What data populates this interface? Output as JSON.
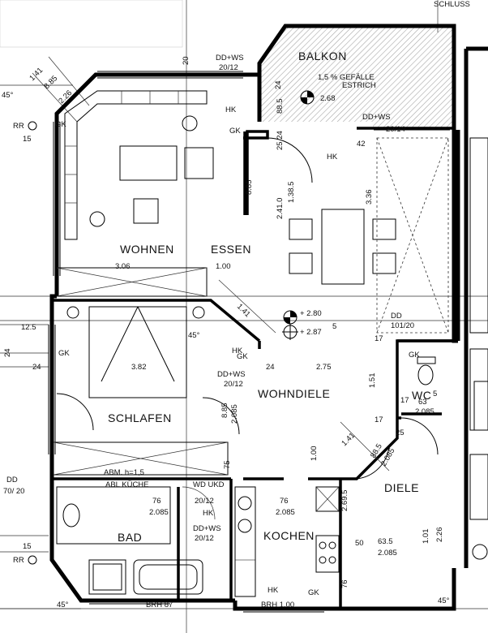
{
  "rooms": {
    "balkon": "BALKON",
    "wohnen": "WOHNEN",
    "essen": "ESSEN",
    "schlafen": "SCHLAFEN",
    "wohndiele": "WOHNDIELE",
    "wc": "WC",
    "diele": "DIELE",
    "bad": "BAD",
    "kochen": "KOCHEN"
  },
  "labels": {
    "dd_ws_top": "DD+WS",
    "dd_ws_top_size": "20/12",
    "dd_ws_balkon": "DD+WS",
    "dd_ws_balkon_size": "20/14",
    "dd_right": "DD",
    "dd_right_size": "101/20",
    "dd_left": "DD",
    "dd_left_size": "70/ 20",
    "dd_ws_bad": "DD+WS",
    "dd_ws_bad_size": "20/12",
    "dd_ws_mid": "DD+WS",
    "dd_ws_mid_size": "20/12",
    "wd_ukd": "WD UKD",
    "wd_ukd_size": "20/12",
    "gefaelle": "1,5 % GEFÄLLE",
    "estrich": "ESTRICH",
    "abm_hsl": "ABM. h=1,5",
    "abl_kueche": "ABL KÜCHE",
    "hk": "HK",
    "gk": "GK",
    "rr": "RR",
    "brh": "BRH 87",
    "brh2": "BRH 1,00",
    "schluss": "SCHLUSS",
    "level1": "+ 2.80",
    "level2": "+ 2.87",
    "level2_sup": "5",
    "balkon_level": "2.68",
    "angle": "45°"
  },
  "dimensions": {
    "d_306": "3.06",
    "d_100": "1.00",
    "d_141a": "1.41",
    "d_382": "3.82",
    "d_275": "2.75",
    "d_24a": "24",
    "d_151": "1.51",
    "d_141b": "1.41",
    "d_885": "8.85",
    "d_2085a": "2.085",
    "d_75": "75",
    "d_76a": "76",
    "d_2085b": "2.085",
    "d_76b": "76",
    "d_2085c": "2.085",
    "d_50": "50",
    "d_635": "63.5",
    "d_2085d": "2.085",
    "d_101": "1.01",
    "d_226": "2.26",
    "d_2695": "2.69.5",
    "d_885b": "88.5",
    "d_2085e": "2.085",
    "d_2085wc": "2.085",
    "d_63": "63",
    "d_1385": "1.38.5",
    "d_336": "3.36",
    "d_2410": "2.41.0",
    "d_885top": "88.5",
    "d_2524": "25.24",
    "d_885c": "8.85",
    "d_226top": "2.26",
    "d_24b": "24",
    "d_15a": "15",
    "d_125": "12.5",
    "d_24c": "24",
    "d_24d": "24",
    "d_15b": "15",
    "d_17a": "17",
    "d_17b": "17",
    "d_17c": "17",
    "d_1": "1.00",
    "d_25": "25",
    "d_20": "20",
    "d_141top": "1.41",
    "d_885d": "8.85",
    "d_42": "42",
    "d_76c": "76",
    "d_5": "5"
  },
  "colors": {
    "wall": "#000000",
    "paper": "#ffffff"
  }
}
